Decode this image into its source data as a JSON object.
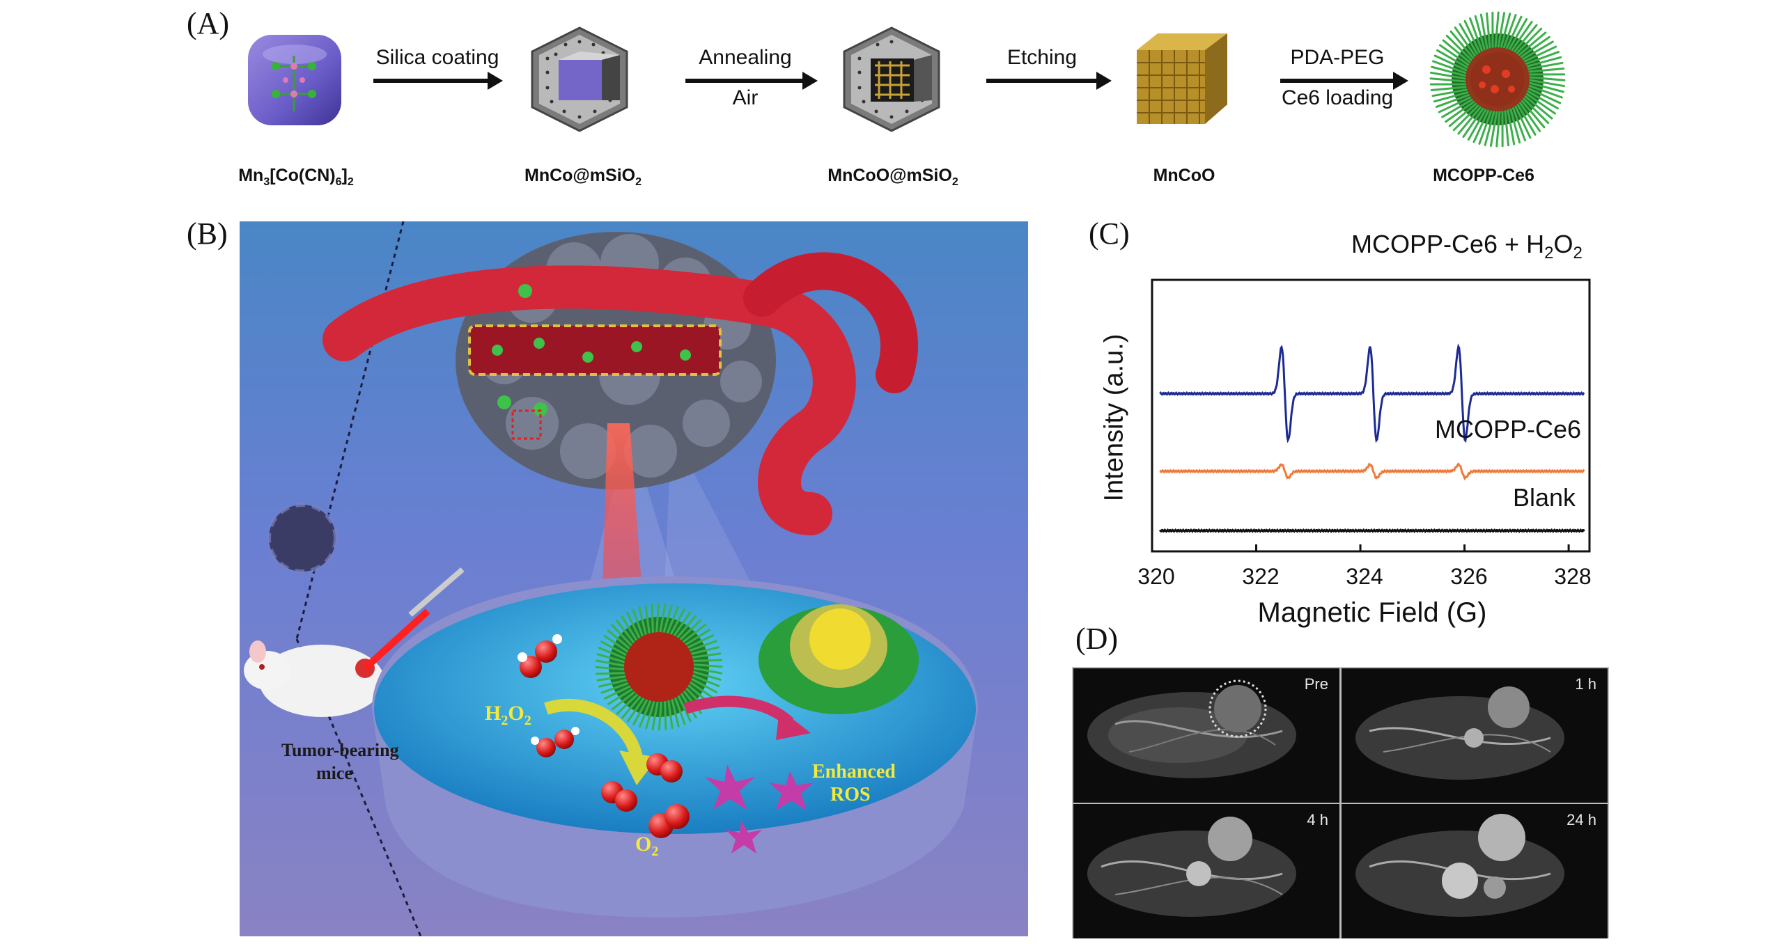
{
  "panels": {
    "a": "(A)",
    "b": "(B)",
    "c": "(C)",
    "d": "(D)"
  },
  "scheme": {
    "labels": [
      "Mn3[Co(CN)6]2",
      "MnCo@mSiO2",
      "MnCoO@mSiO2",
      "MnCoO",
      "MCOPP-Ce6"
    ],
    "steps": [
      {
        "top": "Silica coating",
        "bottom": ""
      },
      {
        "top": "Annealing",
        "bottom": "Air"
      },
      {
        "top": "Etching",
        "bottom": ""
      },
      {
        "top": "PDA-PEG",
        "bottom": "Ce6 loading"
      }
    ]
  },
  "illustration": {
    "mice_label_1": "Tumor-bearing",
    "mice_label_2": "mice",
    "h2o2": "H2O2",
    "o2": "O2",
    "ros_1": "Enhanced",
    "ros_2": "ROS"
  },
  "chart_data": {
    "type": "line",
    "title": "",
    "xlabel": "Magnetic Field (G)",
    "ylabel": "Intensity (a.u.)",
    "xlim": [
      320,
      328.4
    ],
    "xticks": [
      320,
      322,
      324,
      326,
      328
    ],
    "yticks_shown": false,
    "series": [
      {
        "name": "MCOPP-Ce6 + H2O2",
        "color": "#1c2a94",
        "baseline": 5.6,
        "peaks": [
          {
            "x": 322.55,
            "amp": 2.1
          },
          {
            "x": 324.25,
            "amp": 2.1
          },
          {
            "x": 325.95,
            "amp": 2.1
          }
        ]
      },
      {
        "name": "MCOPP-Ce6",
        "color": "#f07a3a",
        "baseline": 2.6,
        "peaks": [
          {
            "x": 322.55,
            "amp": 0.3
          },
          {
            "x": 324.25,
            "amp": 0.3
          },
          {
            "x": 325.95,
            "amp": 0.3
          }
        ]
      },
      {
        "name": "Blank",
        "color": "#111111",
        "baseline": 0.3,
        "peaks": []
      }
    ],
    "ylim": [
      -0.5,
      10
    ]
  },
  "mri": {
    "frames": [
      "Pre",
      "1 h",
      "4 h",
      "24 h"
    ]
  }
}
